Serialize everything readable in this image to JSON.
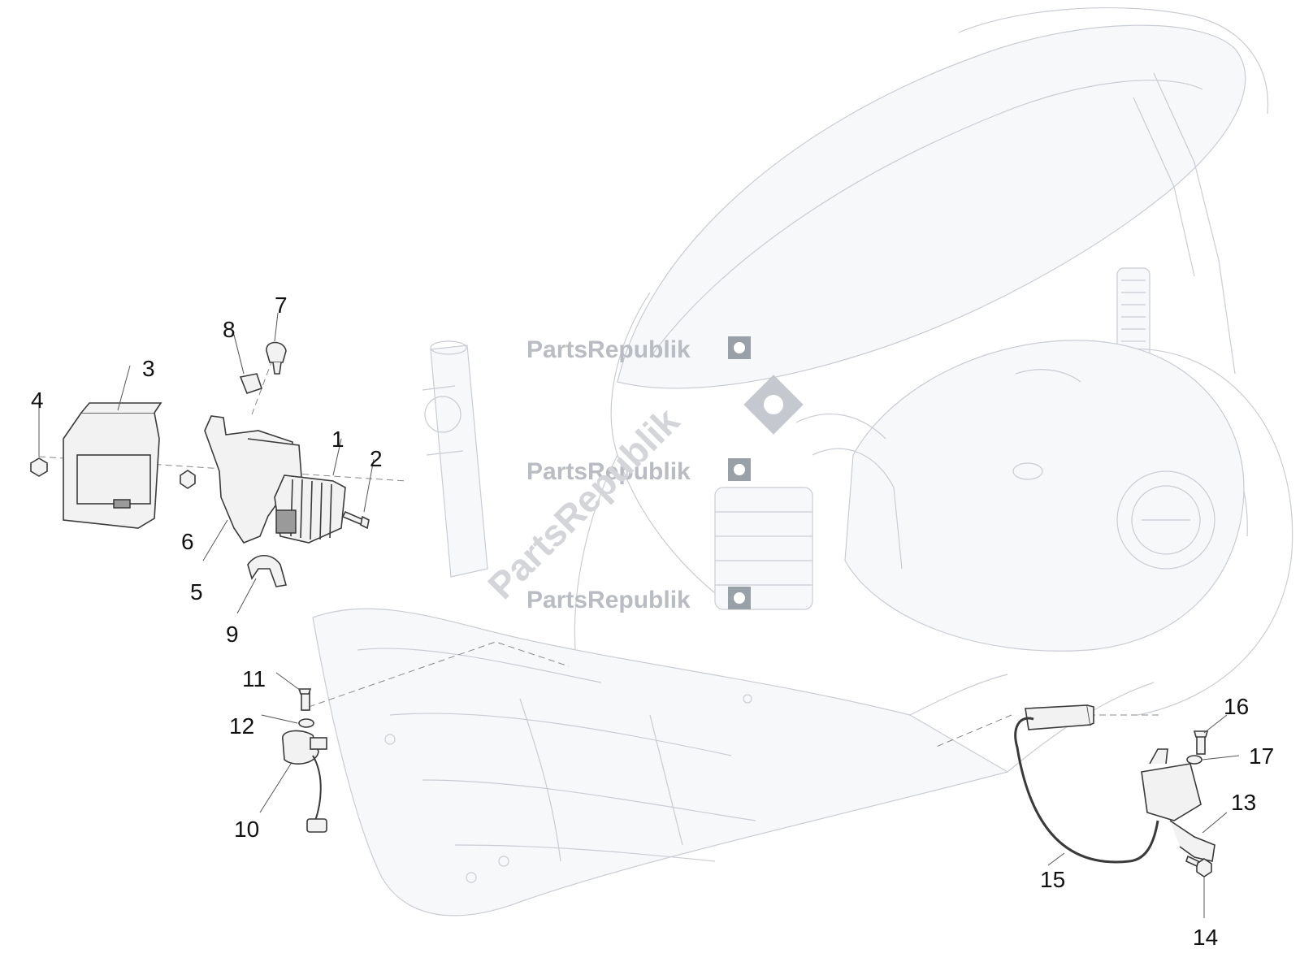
{
  "watermark": {
    "text": "PartsRepublik",
    "icon": "gear-icon"
  },
  "callouts": [
    {
      "id": "1",
      "label": "1"
    },
    {
      "id": "2",
      "label": "2"
    },
    {
      "id": "3",
      "label": "3"
    },
    {
      "id": "4",
      "label": "4"
    },
    {
      "id": "5",
      "label": "5"
    },
    {
      "id": "6",
      "label": "6"
    },
    {
      "id": "7",
      "label": "7"
    },
    {
      "id": "8",
      "label": "8"
    },
    {
      "id": "9",
      "label": "9"
    },
    {
      "id": "10",
      "label": "10"
    },
    {
      "id": "11",
      "label": "11"
    },
    {
      "id": "12",
      "label": "12"
    },
    {
      "id": "13",
      "label": "13"
    },
    {
      "id": "14",
      "label": "14"
    },
    {
      "id": "15",
      "label": "15"
    },
    {
      "id": "16",
      "label": "16"
    },
    {
      "id": "17",
      "label": "17"
    }
  ]
}
